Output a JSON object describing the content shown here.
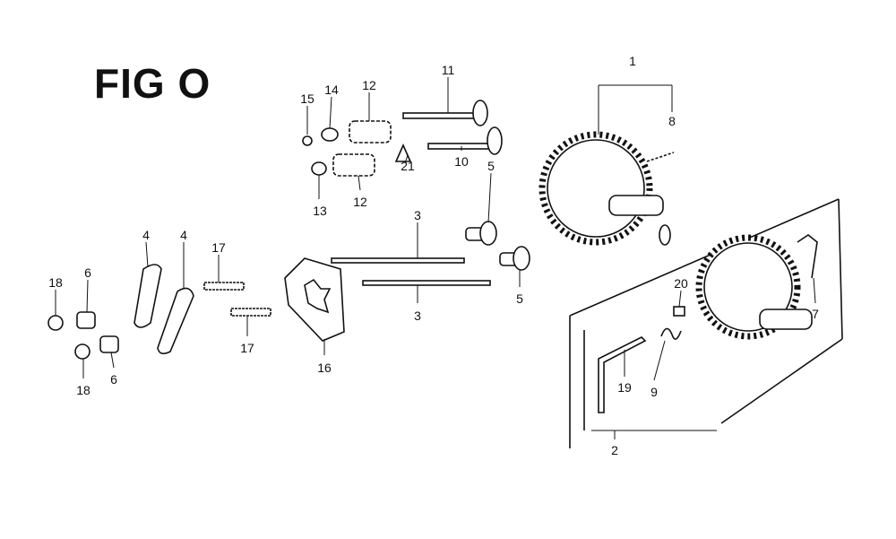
{
  "figure": {
    "title": "FIG O",
    "callouts": [
      {
        "id": "c15",
        "text": "15"
      },
      {
        "id": "c14",
        "text": "14"
      },
      {
        "id": "c12a",
        "text": "12"
      },
      {
        "id": "c11",
        "text": "11"
      },
      {
        "id": "c1",
        "text": "1"
      },
      {
        "id": "c8",
        "text": "8"
      },
      {
        "id": "c13",
        "text": "13"
      },
      {
        "id": "c12b",
        "text": "12"
      },
      {
        "id": "c21",
        "text": "21"
      },
      {
        "id": "c10",
        "text": "10"
      },
      {
        "id": "c5a",
        "text": "5"
      },
      {
        "id": "c3a",
        "text": "3"
      },
      {
        "id": "c5b",
        "text": "5"
      },
      {
        "id": "c3b",
        "text": "3"
      },
      {
        "id": "c4a",
        "text": "4"
      },
      {
        "id": "c4b",
        "text": "4"
      },
      {
        "id": "c17a",
        "text": "17"
      },
      {
        "id": "c17b",
        "text": "17"
      },
      {
        "id": "c18a",
        "text": "18"
      },
      {
        "id": "c6a",
        "text": "6"
      },
      {
        "id": "c18b",
        "text": "18"
      },
      {
        "id": "c6b",
        "text": "6"
      },
      {
        "id": "c16",
        "text": "16"
      },
      {
        "id": "c20",
        "text": "20"
      },
      {
        "id": "c7",
        "text": "7"
      },
      {
        "id": "c9",
        "text": "9"
      },
      {
        "id": "c19",
        "text": "19"
      },
      {
        "id": "c2",
        "text": "2"
      }
    ]
  }
}
